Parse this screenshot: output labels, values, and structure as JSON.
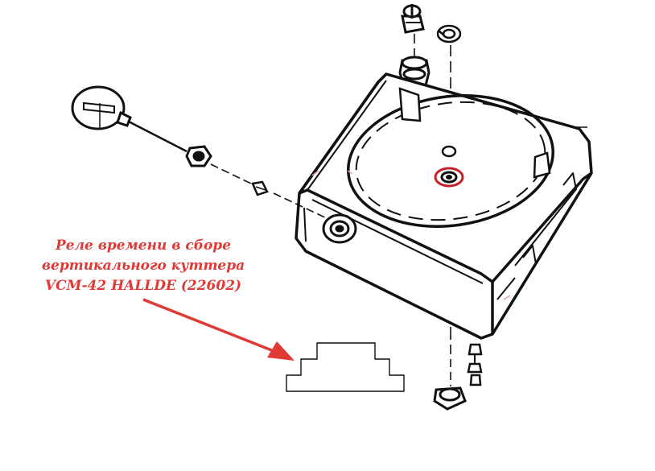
{
  "caption": {
    "line1": "Реле времени в сборе",
    "line2": "вертикального куттера",
    "line3": "VCM-42 HALLDE (22602)"
  },
  "colors": {
    "ink": "#111111",
    "accent": "#e03a36",
    "background": "#ffffff"
  }
}
